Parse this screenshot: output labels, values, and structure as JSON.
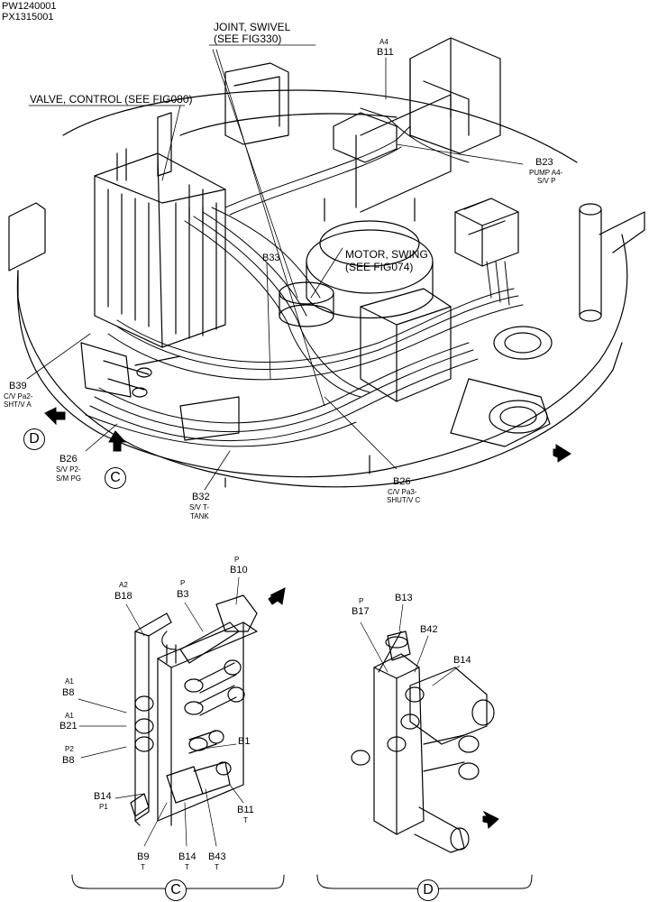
{
  "doc_refs": [
    "PW1240001",
    "PX1315001"
  ],
  "main_view": {
    "captions": {
      "joint_swivel": [
        "JOINT, SWIVEL",
        "(SEE FIG330)"
      ],
      "valve_control": "VALVE, CONTROL (SEE FIG080)",
      "motor_swing": [
        "MOTOR, SWING",
        "(SEE FIG074)"
      ]
    },
    "labels": {
      "a4": "A4",
      "b11": "B11",
      "b23": "B23",
      "b23_sub": [
        "PUMP A4-",
        "S/V P"
      ],
      "b33": "B33",
      "b39": "B39",
      "b39_sub": [
        "C/V Pa2-",
        "SHT/V A"
      ],
      "b26a": "B26",
      "b26a_sub": [
        "S/V P2-",
        "S/M PG"
      ],
      "b32": "B32",
      "b32_sub": [
        "S/V T-",
        "TANK"
      ],
      "b26b": "B26",
      "b26b_sub": [
        "C/V Pa3-",
        "SHUT/V C"
      ]
    },
    "view_markers": {
      "d": "D",
      "c": "C"
    }
  },
  "detail_c": {
    "labels": {
      "p1_top": "P",
      "b10": "B10",
      "a2": "A2",
      "b18": "B18",
      "p_b3": "P",
      "b3": "B3",
      "a1a": "A1",
      "b8a": "B8",
      "a1b": "A1",
      "b21": "B21",
      "p2": "P2",
      "b8b": "B8",
      "b1": "B1",
      "b14": "B14",
      "p1": "P1",
      "b11": "B11",
      "t_b11": "T",
      "b9": "B9",
      "t_b9": "T",
      "b14b": "B14",
      "t_b14": "T",
      "b43": "B43",
      "t_b43": "T"
    },
    "caption": "C"
  },
  "detail_d": {
    "labels": {
      "p": "P",
      "b17": "B17",
      "b13": "B13",
      "b42": "B42",
      "b14": "B14"
    },
    "caption": "D"
  }
}
